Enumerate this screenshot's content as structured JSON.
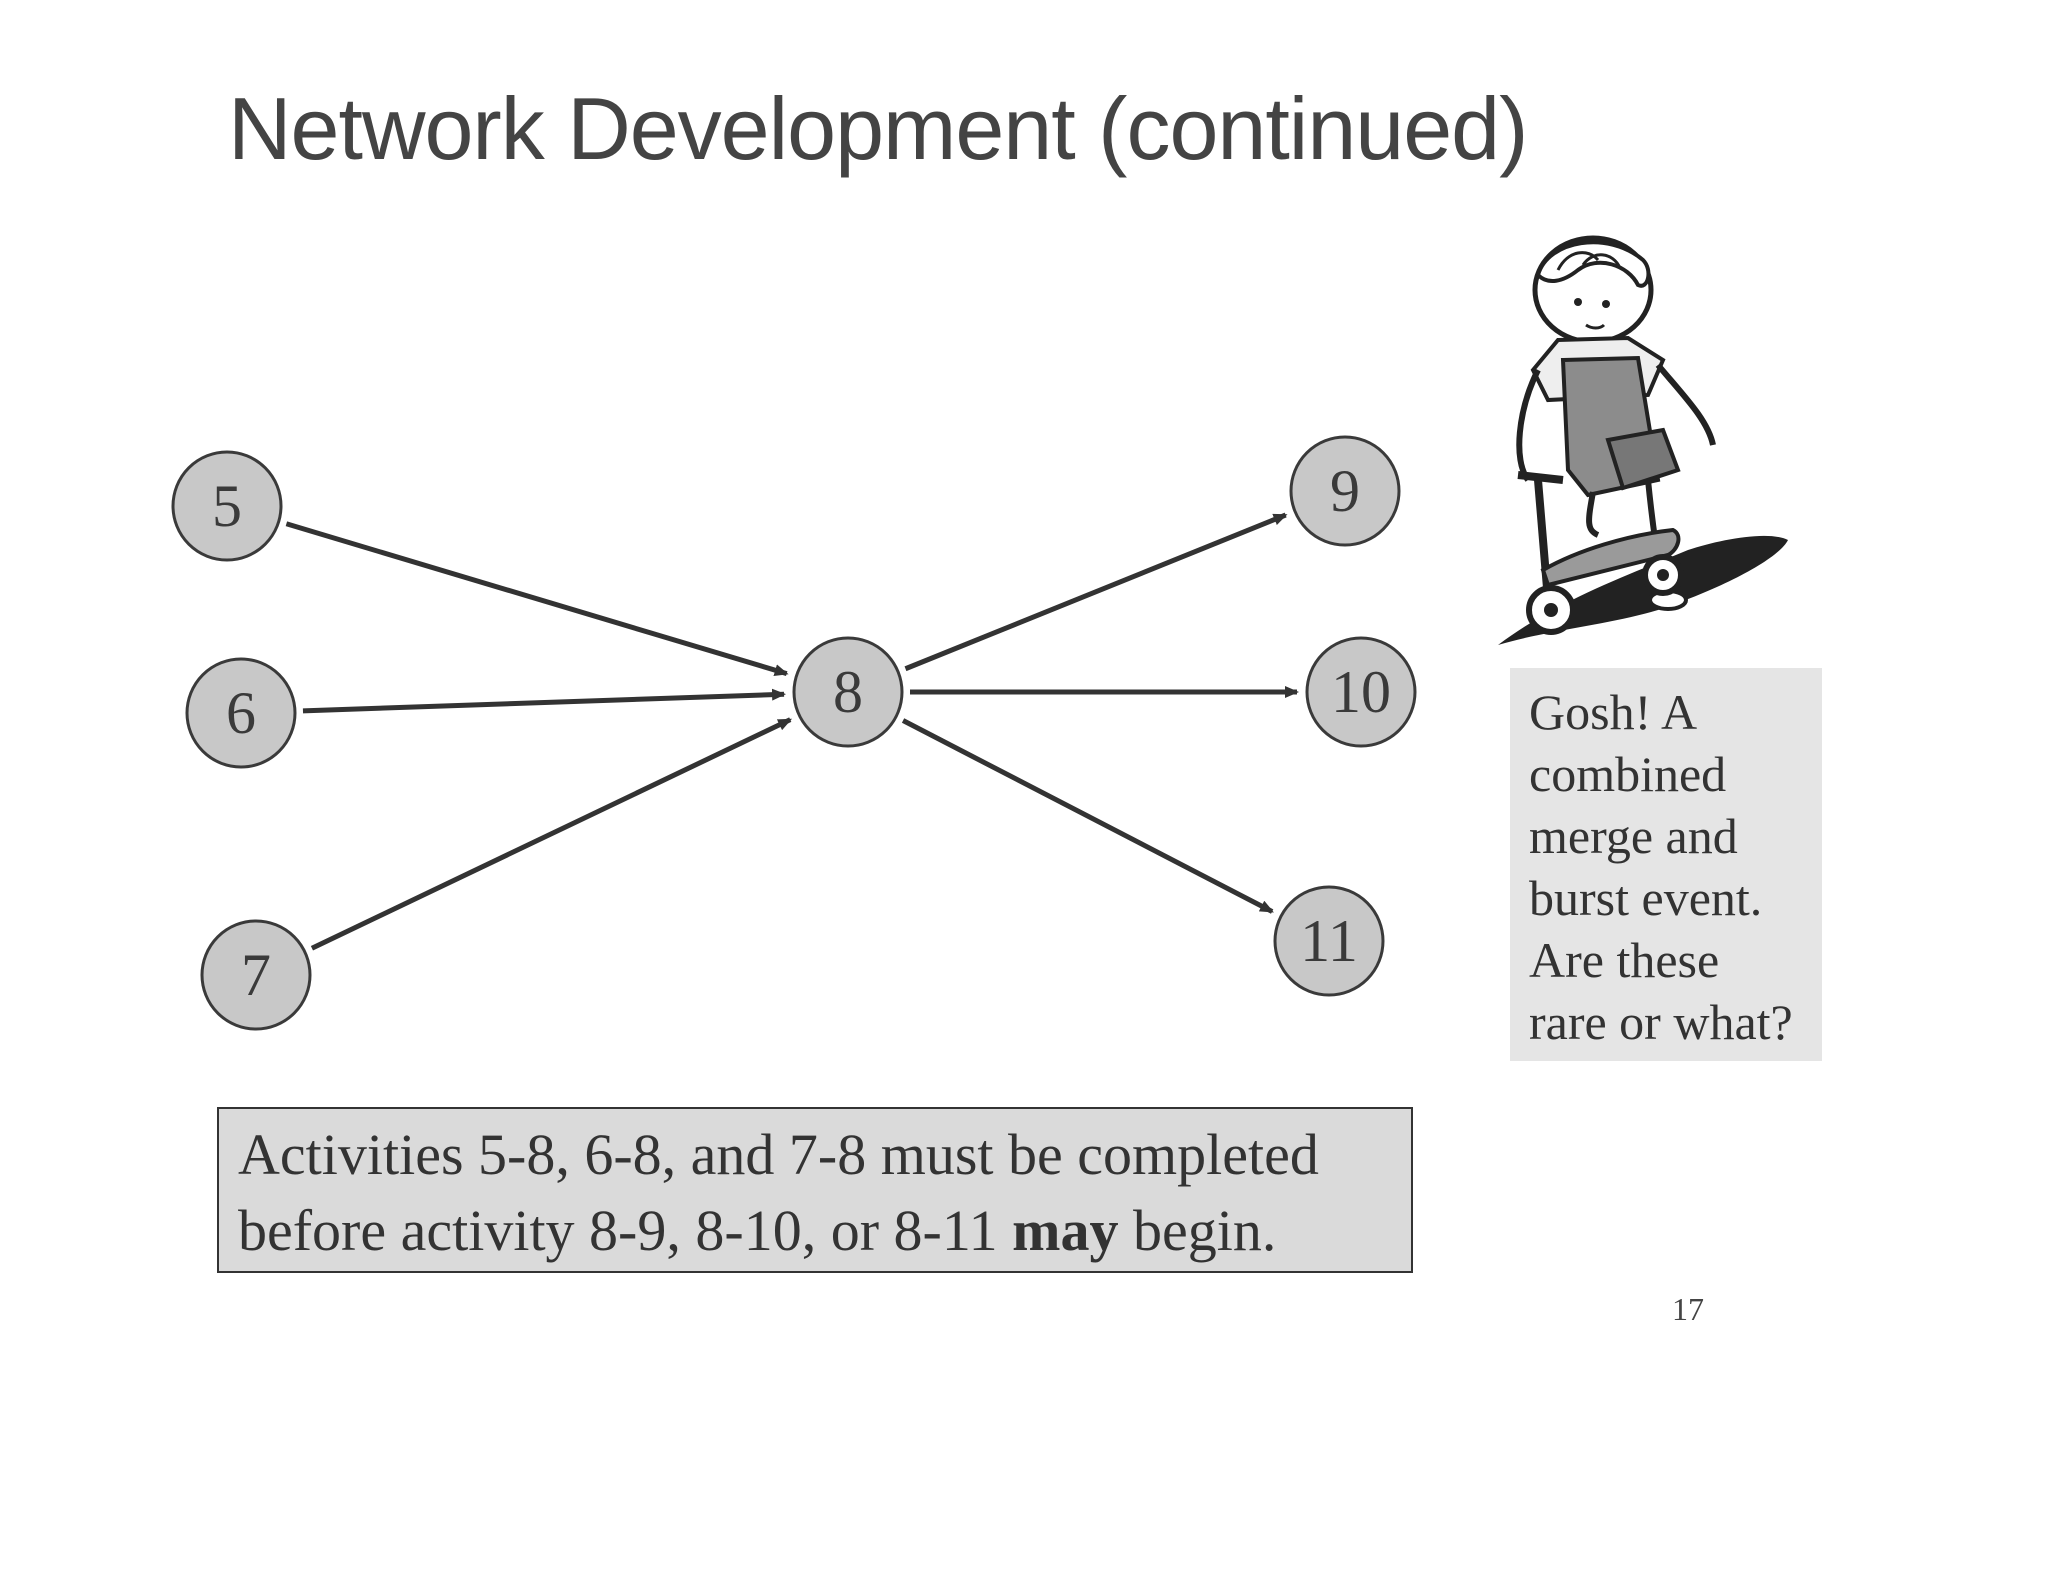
{
  "slide": {
    "title": "Network Development (continued)",
    "page_number": "17"
  },
  "network": {
    "nodes": [
      {
        "id": "5",
        "label": "5"
      },
      {
        "id": "6",
        "label": "6"
      },
      {
        "id": "7",
        "label": "7"
      },
      {
        "id": "8",
        "label": "8"
      },
      {
        "id": "9",
        "label": "9"
      },
      {
        "id": "10",
        "label": "10"
      },
      {
        "id": "11",
        "label": "11"
      }
    ],
    "edges": [
      {
        "from": "5",
        "to": "8"
      },
      {
        "from": "6",
        "to": "8"
      },
      {
        "from": "7",
        "to": "8"
      },
      {
        "from": "8",
        "to": "9"
      },
      {
        "from": "8",
        "to": "10"
      },
      {
        "from": "8",
        "to": "11"
      }
    ]
  },
  "caption": {
    "line1": "Activities 5-8, 6-8, and 7-8 must be completed",
    "line2_before": "before activity 8-9, 8-10, or 8-11 ",
    "line2_bold": "may",
    "line2_after": " begin."
  },
  "aside": {
    "lines": [
      "Gosh! A",
      "combined",
      "merge and",
      "burst event.",
      "Are these",
      "rare or what?"
    ]
  },
  "clipart": {
    "icon": "boy-on-scooter-icon"
  },
  "colors": {
    "node_fill": "#c8c8c8",
    "node_stroke": "#3a3a3a",
    "edge": "#333333",
    "caption_bg": "#dadada",
    "aside_bg": "#e5e5e5",
    "title": "#444444"
  }
}
